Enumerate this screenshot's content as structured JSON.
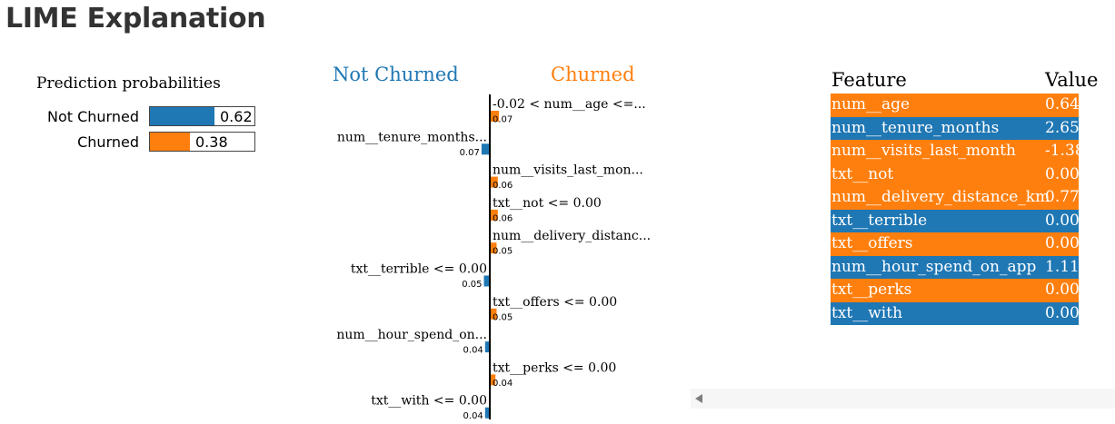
{
  "page": {
    "title": "LIME Explanation"
  },
  "colors": {
    "not_churned": "#1f77b4",
    "churned": "#ff7f0e"
  },
  "prediction": {
    "title": "Prediction probabilities",
    "rows": [
      {
        "label": "Not Churned",
        "value": 0.62,
        "display": "0.62"
      },
      {
        "label": "Churned",
        "value": 0.38,
        "display": "0.38"
      }
    ]
  },
  "explanation": {
    "negative_class": "Not Churned",
    "positive_class": "Churned"
  },
  "chart_data": {
    "type": "bar",
    "orientation": "horizontal",
    "categories": [
      "-0.02 < num__age <=...",
      "num__tenure_months...",
      "num__visits_last_mon...",
      "txt__not <= 0.00",
      "num__delivery_distanc...",
      "txt__terrible <= 0.00",
      "txt__offers <= 0.00",
      "num__hour_spend_on...",
      "txt__perks <= 0.00",
      "txt__with <= 0.00"
    ],
    "values": [
      0.07,
      -0.07,
      0.06,
      0.06,
      0.05,
      -0.05,
      0.05,
      -0.04,
      0.04,
      -0.04
    ],
    "value_labels": [
      "0.07",
      "0.07",
      "0.06",
      "0.06",
      "0.05",
      "0.05",
      "0.05",
      "0.04",
      "0.04",
      "0.04"
    ],
    "series": [
      {
        "name": "Not Churned",
        "color": "#1f77b4"
      },
      {
        "name": "Churned",
        "color": "#ff7f0e"
      }
    ]
  },
  "feature_table": {
    "header": {
      "feature": "Feature",
      "value": "Value"
    },
    "rows": [
      {
        "feature": "num__age",
        "value": "0.64",
        "class": "churned"
      },
      {
        "feature": "num__tenure_months",
        "value": "2.65",
        "class": "not_churned"
      },
      {
        "feature": "num__visits_last_month",
        "value": "-1.38",
        "class": "churned"
      },
      {
        "feature": "txt__not",
        "value": "0.00",
        "class": "churned"
      },
      {
        "feature": "num__delivery_distance_km",
        "value": "0.77",
        "class": "churned"
      },
      {
        "feature": "txt__terrible",
        "value": "0.00",
        "class": "not_churned"
      },
      {
        "feature": "txt__offers",
        "value": "0.00",
        "class": "churned"
      },
      {
        "feature": "num__hour_spend_on_app",
        "value": "1.11",
        "class": "not_churned"
      },
      {
        "feature": "txt__perks",
        "value": "0.00",
        "class": "churned"
      },
      {
        "feature": "txt__with",
        "value": "0.00",
        "class": "not_churned"
      }
    ]
  }
}
